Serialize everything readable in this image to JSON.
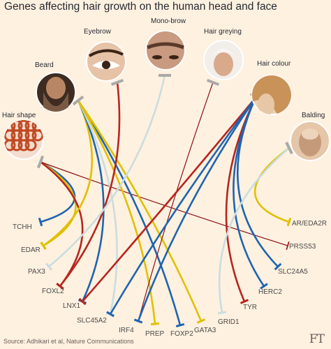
{
  "title": "Genes affecting hair growth on the human head and face",
  "source": "Source: Adhikari et al, Nature Communications",
  "logo": "FT",
  "colors": {
    "background": "#fff1e0",
    "red": "#b5261e",
    "yellow": "#e0c000",
    "blue": "#1f64b0",
    "light_blue": "#c9dde0",
    "dark_red": "#8c1015",
    "cap": "#a9aaa8"
  },
  "traits": [
    {
      "label": "Hair shape",
      "icon": "curly-red-hair-photo"
    },
    {
      "label": "Beard",
      "icon": "bearded-man-photo"
    },
    {
      "label": "Eyebrow",
      "icon": "eye-and-eyebrow-photo"
    },
    {
      "label": "Mono-brow",
      "icon": "mono-brow-photo"
    },
    {
      "label": "Hair greying",
      "icon": "grey-haired-man-photo"
    },
    {
      "label": "Hair colour",
      "icon": "blonde-hair-photo"
    },
    {
      "label": "Balding",
      "icon": "bald-head-photo"
    }
  ],
  "genes": [
    "TCHH",
    "EDAR",
    "PAX3",
    "FOXL2",
    "LNX1",
    "SLC45A2",
    "IRF4",
    "PREP",
    "FOXP2",
    "GATA3",
    "GRID1",
    "TYR",
    "HERC2",
    "SLC24A5",
    "PRSS53",
    "AR/EDA2R"
  ],
  "links": [
    {
      "trait": "Hair shape",
      "gene": "TCHH",
      "color": "blue"
    },
    {
      "trait": "Hair shape",
      "gene": "EDAR",
      "color": "yellow"
    },
    {
      "trait": "Hair shape",
      "gene": "FOXL2",
      "color": "red"
    },
    {
      "trait": "Hair shape",
      "gene": "PRSS53",
      "color": "dark_red"
    },
    {
      "trait": "Beard",
      "gene": "EDAR",
      "color": "yellow"
    },
    {
      "trait": "Beard",
      "gene": "LNX1",
      "color": "blue"
    },
    {
      "trait": "Beard",
      "gene": "FOXP2",
      "color": "blue"
    },
    {
      "trait": "Beard",
      "gene": "GATA3",
      "color": "yellow"
    },
    {
      "trait": "Beard",
      "gene": "SLC45A2",
      "color": "light_blue"
    },
    {
      "trait": "Beard",
      "gene": "PREP",
      "color": "yellow"
    },
    {
      "trait": "Eyebrow",
      "gene": "FOXL2",
      "color": "red"
    },
    {
      "trait": "Mono-brow",
      "gene": "PAX3",
      "color": "light_blue"
    },
    {
      "trait": "Hair greying",
      "gene": "IRF4",
      "color": "dark_red"
    },
    {
      "trait": "Hair colour",
      "gene": "LNX1",
      "color": "red"
    },
    {
      "trait": "Hair colour",
      "gene": "SLC45A2",
      "color": "blue"
    },
    {
      "trait": "Hair colour",
      "gene": "IRF4",
      "color": "blue"
    },
    {
      "trait": "Hair colour",
      "gene": "TYR",
      "color": "red"
    },
    {
      "trait": "Hair colour",
      "gene": "HERC2",
      "color": "blue"
    },
    {
      "trait": "Hair colour",
      "gene": "SLC24A5",
      "color": "blue"
    },
    {
      "trait": "Balding",
      "gene": "AR/EDA2R",
      "color": "yellow"
    },
    {
      "trait": "Balding",
      "gene": "GRID1",
      "color": "light_blue"
    }
  ]
}
